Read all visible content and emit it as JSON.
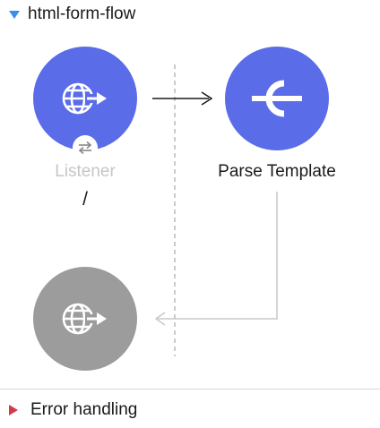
{
  "flow": {
    "title": "html-form-flow",
    "collapse_icon": "triangle-down-icon"
  },
  "nodes": {
    "listener": {
      "label": "Listener",
      "path": "/",
      "icon": "globe-arrow-icon",
      "badge_icon": "swap-arrows-icon",
      "color": "#5b6ce8"
    },
    "parse_template": {
      "label": "Parse Template",
      "icon": "parse-template-icon",
      "color": "#5b6ce8"
    },
    "listener_response": {
      "icon": "globe-arrow-icon",
      "color": "#9c9c9c"
    }
  },
  "error_handling": {
    "label": "Error handling",
    "expand_icon": "triangle-right-icon",
    "color": "#d6384a"
  }
}
